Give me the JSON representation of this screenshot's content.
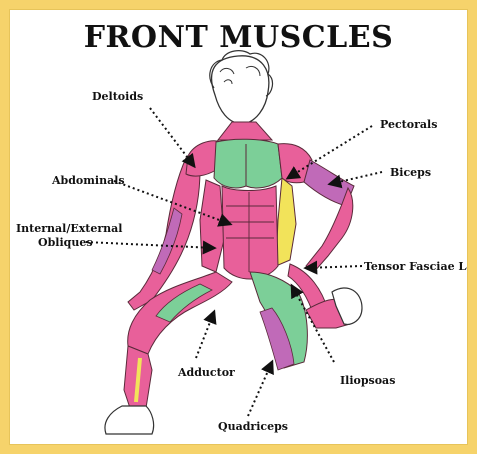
{
  "title": "FRONT MUSCLES",
  "colors": {
    "frame": "#f6d36b",
    "pink": "#e8609a",
    "mauve": "#c06ab8",
    "green": "#7ccf98",
    "yellow": "#f2e35a",
    "outline": "#5a2a3a"
  },
  "labels": [
    {
      "id": "deltoids",
      "text": "Deltoids"
    },
    {
      "id": "pectorals",
      "text": "Pectorals"
    },
    {
      "id": "abdominals",
      "text": "Abdominals"
    },
    {
      "id": "biceps",
      "text": "Biceps"
    },
    {
      "id": "obliques_1",
      "text": "Internal/External"
    },
    {
      "id": "obliques_2",
      "text": "Obliques"
    },
    {
      "id": "tensor",
      "text": "Tensor Fasciae Latae"
    },
    {
      "id": "adductor",
      "text": "Adductor"
    },
    {
      "id": "iliopsoas",
      "text": "Iliopsoas"
    },
    {
      "id": "quadriceps",
      "text": "Quadriceps"
    }
  ]
}
